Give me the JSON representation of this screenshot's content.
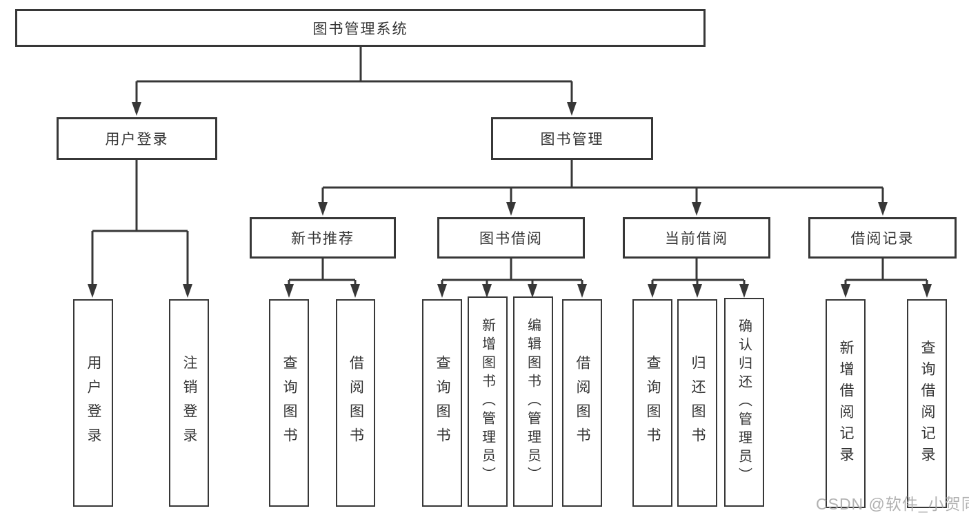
{
  "tree": {
    "root": {
      "label": "图书管理系统"
    },
    "branches": [
      {
        "label": "用户登录",
        "leaves": [
          {
            "label": "用户登录"
          },
          {
            "label": "注销登录"
          }
        ]
      },
      {
        "label": "图书管理",
        "groups": [
          {
            "label": "新书推荐",
            "leaves": [
              {
                "label": "查询图书"
              },
              {
                "label": "借阅图书"
              }
            ]
          },
          {
            "label": "图书借阅",
            "leaves": [
              {
                "label": "查询图书"
              },
              {
                "label": "新增图书（管理员）"
              },
              {
                "label": "编辑图书（管理员）"
              },
              {
                "label": "借阅图书"
              }
            ]
          },
          {
            "label": "当前借阅",
            "leaves": [
              {
                "label": "查询图书"
              },
              {
                "label": "归还图书"
              },
              {
                "label": "确认归还（管理员）"
              }
            ]
          },
          {
            "label": "借阅记录",
            "leaves": [
              {
                "label": "新增借阅记录"
              },
              {
                "label": "查询借阅记录"
              }
            ]
          }
        ]
      }
    ]
  },
  "watermark": {
    "text": "CSDN @软件_小贺同学"
  },
  "colors": {
    "line": "#373737",
    "text": "#333333",
    "watermark": "#aaaaaa",
    "background": "#ffffff"
  }
}
